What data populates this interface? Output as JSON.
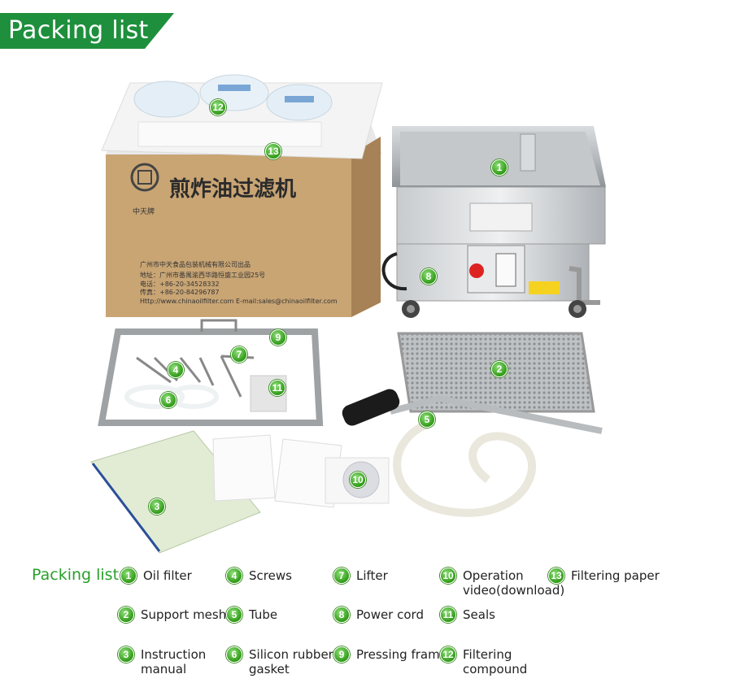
{
  "header": {
    "title": "Packing list"
  },
  "box": {
    "brand_name": "中天牌",
    "product_name": "煎炸油过滤机",
    "maker": "广州市中天食品包装机械有限公司出品",
    "address": "地址：广州市番禺渝西华路恒盛工业园25号",
    "phone": "电话：+86-20-34528332",
    "fax": "传真：+86-20-84296787",
    "web": "Http://www.chinaoilfilter.com",
    "email": "E-mail:sales@chinaoilfilter.com"
  },
  "badges": [
    "1",
    "2",
    "3",
    "4",
    "5",
    "6",
    "7",
    "8",
    "9",
    "10",
    "11",
    "12",
    "13"
  ],
  "legend": {
    "title": "Packing list :",
    "items": [
      {
        "num": "1",
        "label": "Oil filter"
      },
      {
        "num": "2",
        "label": "Support mesh"
      },
      {
        "num": "3",
        "label": "Instruction\nmanual"
      },
      {
        "num": "4",
        "label": "Screws"
      },
      {
        "num": "5",
        "label": "Tube"
      },
      {
        "num": "6",
        "label": "Silicon rubber\ngasket"
      },
      {
        "num": "7",
        "label": "Lifter"
      },
      {
        "num": "8",
        "label": "Power cord"
      },
      {
        "num": "9",
        "label": "Pressing frame"
      },
      {
        "num": "10",
        "label": "Operation\nvideo(download)"
      },
      {
        "num": "11",
        "label": "Seals"
      },
      {
        "num": "12",
        "label": "Filtering\ncompound"
      },
      {
        "num": "13",
        "label": "Filtering paper"
      }
    ]
  },
  "colors": {
    "accent": "#2aa02a",
    "banner": "#1e8f3c",
    "badge": "#3fb02a"
  }
}
